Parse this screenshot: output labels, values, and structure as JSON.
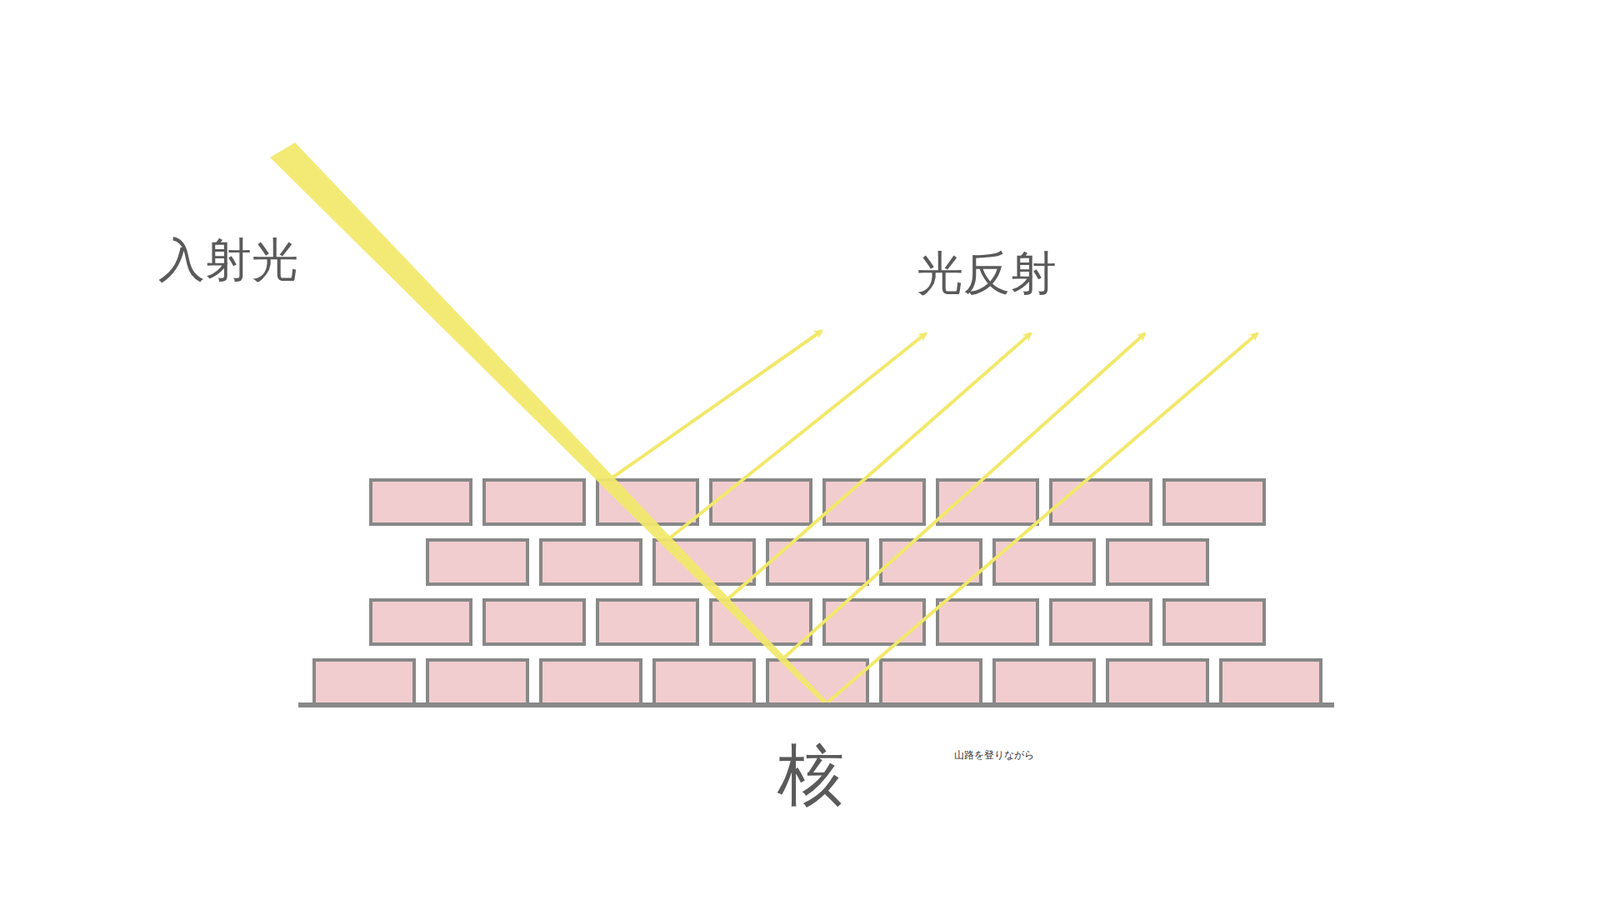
{
  "diagram": {
    "labels": [
      "入射光",
      "光反射",
      "核",
      "山路を登りながら"
    ]
  }
}
